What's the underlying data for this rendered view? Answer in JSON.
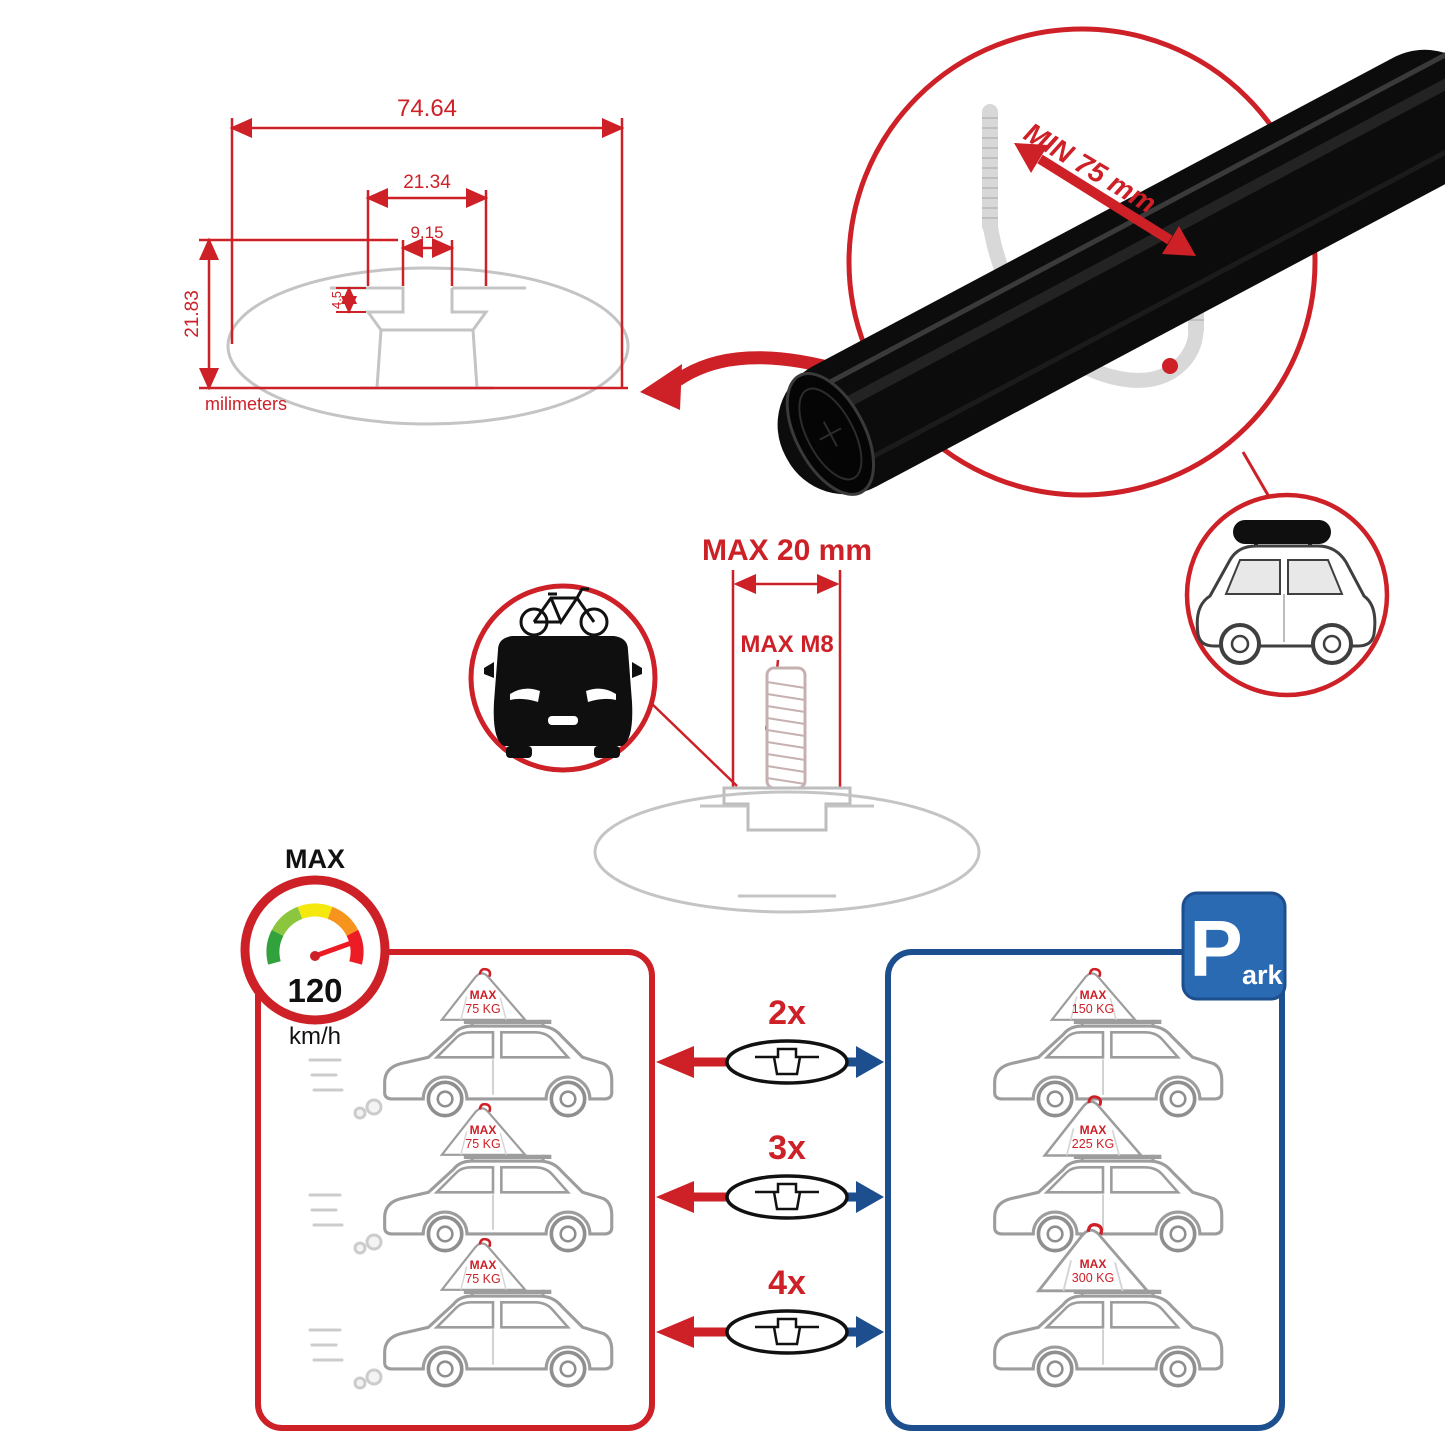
{
  "colors": {
    "red": "#cd2027",
    "blue_panel": "#1d4e8e",
    "blue_sign": "#2a6ab3",
    "gray_line": "#c4c4c4",
    "black": "#0d0d0d"
  },
  "cross_section": {
    "dim_total_width": "74.64",
    "dim_slot_outer": "21.34",
    "dim_slot_inner": "9.15",
    "dim_lip": "4.5",
    "dim_height": "21.83",
    "units": "milimeters"
  },
  "clamp_detail": {
    "min_label": "MIN 75 mm"
  },
  "bolt_detail": {
    "width_label": "MAX 20 mm",
    "thread_label": "MAX M8"
  },
  "speedometer": {
    "title": "MAX",
    "value": "120",
    "unit": "km/h"
  },
  "driving_panel": {
    "cars": [
      {
        "max": "MAX",
        "load": "75 KG"
      },
      {
        "max": "MAX",
        "load": "75 KG"
      },
      {
        "max": "MAX",
        "load": "75 KG"
      }
    ]
  },
  "multipliers": [
    "2x",
    "3x",
    "4x"
  ],
  "parking_panel": {
    "sign": {
      "letter": "P",
      "suffix": "ark"
    },
    "cars": [
      {
        "max": "MAX",
        "load": "150 KG"
      },
      {
        "max": "MAX",
        "load": "225 KG"
      },
      {
        "max": "MAX",
        "load": "300 KG"
      }
    ]
  }
}
